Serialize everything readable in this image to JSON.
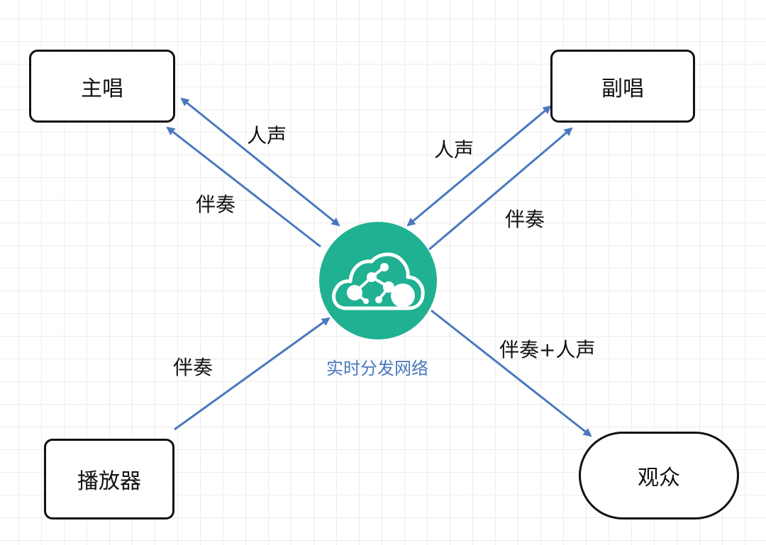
{
  "nodes": {
    "lead_singer": "主唱",
    "backup_singer": "副唱",
    "player": "播放器",
    "audience": "观众"
  },
  "hub": {
    "label": "实时分发网络",
    "icon": "cloud-network-icon",
    "fill_color": "#1fb191"
  },
  "edge_labels": {
    "lead_voice": "人声",
    "lead_accompaniment": "伴奏",
    "backup_voice": "人声",
    "backup_accompaniment": "伴奏",
    "player_accompaniment": "伴奏",
    "audience_mix": "伴奏+人声"
  },
  "colors": {
    "arrow": "#4a78be",
    "hub_label": "#4a78be",
    "node_border": "#111111"
  }
}
